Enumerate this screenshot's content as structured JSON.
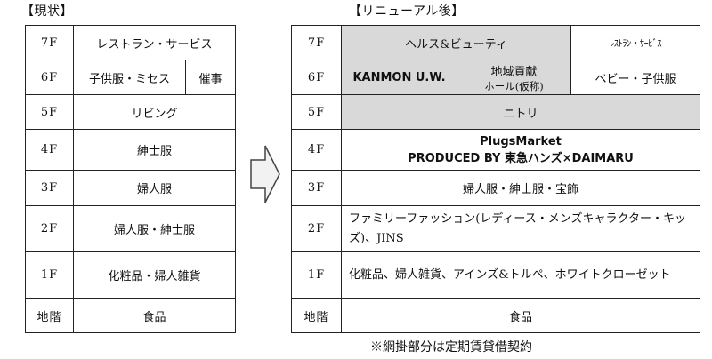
{
  "current": {
    "heading": "【現状】",
    "rows": {
      "f7": {
        "floor": "7F",
        "content": "レストラン・サービス"
      },
      "f6": {
        "floor": "6F",
        "content": "子供服・ミセス",
        "content2": "催事"
      },
      "f5": {
        "floor": "5F",
        "content": "リビング"
      },
      "f4": {
        "floor": "4F",
        "content": "紳士服"
      },
      "f3": {
        "floor": "3F",
        "content": "婦人服"
      },
      "f2": {
        "floor": "2F",
        "content": "婦人服・紳士服"
      },
      "f1": {
        "floor": "1F",
        "content": "化粧品・婦人雑貨"
      },
      "b1": {
        "floor": "地階",
        "content": "食品"
      }
    }
  },
  "renewal": {
    "heading": "【リニューアル後】",
    "rows": {
      "f7": {
        "floor": "7F",
        "content": "ヘルス&ビューティ",
        "content2": "ﾚｽﾄﾗﾝ・ｻｰﾋﾞｽ"
      },
      "f6": {
        "floor": "6F",
        "content": "KANMON U.W.",
        "content2_line1": "地域貢献",
        "content2_line2": "ホール(仮称)",
        "content3": "ベビー・子供服"
      },
      "f5": {
        "floor": "5F",
        "content": "ニトリ"
      },
      "f4": {
        "floor": "4F",
        "content_line1": "PlugsMarket",
        "content_line2": "PRODUCED BY 東急ハンズ×DAIMARU"
      },
      "f3": {
        "floor": "3F",
        "content": "婦人服・紳士服・宝飾"
      },
      "f2": {
        "floor": "2F",
        "content": "ファミリーファッション(レディース・メンズキャラクター・キッズ)、JINS"
      },
      "f1": {
        "floor": "1F",
        "content": "化粧品、婦人雑貨、アインズ&トルペ、ホワイトクローゼット"
      },
      "b1": {
        "floor": "地階",
        "content": "食品"
      }
    }
  },
  "footnote": "※網掛部分は定期賃貸借契約",
  "colors": {
    "shaded": "#d9d9d9",
    "border": "#222222"
  }
}
